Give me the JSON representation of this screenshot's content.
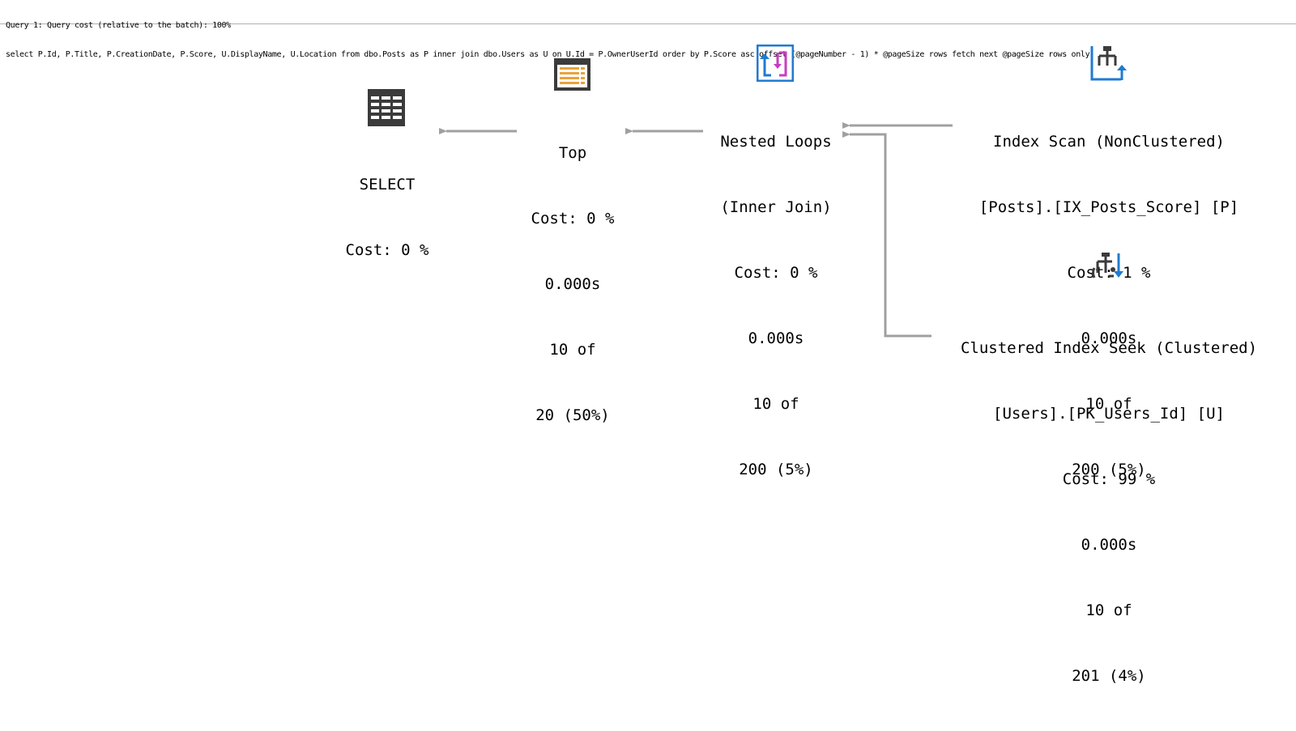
{
  "query": {
    "cost_line": "Query 1: Query cost (relative to the batch): 100%",
    "sql_text": "select P.Id, P.Title, P.CreationDate, P.Score, U.DisplayName, U.Location from dbo.Posts as P inner join dbo.Users as U on U.Id = P.OwnerUserId order by P.Score asc offset (@pageNumber - 1) * @pageSize rows fetch next @pageSize rows only"
  },
  "plan": {
    "select": {
      "icon": "select-table-icon",
      "name": "SELECT",
      "cost": "Cost: 0 %"
    },
    "top": {
      "icon": "top-list-icon",
      "name": "Top",
      "cost": "Cost: 0 %",
      "time": "0.000s",
      "rows_actual": "10 of",
      "rows_estimated": "20 (50%)"
    },
    "nested_loops": {
      "icon": "nested-loops-icon",
      "name": "Nested Loops",
      "join_type": "(Inner Join)",
      "cost": "Cost: 0 %",
      "time": "0.000s",
      "rows_actual": "10 of",
      "rows_estimated": "200 (5%)"
    },
    "index_scan": {
      "icon": "index-scan-icon",
      "name": "Index Scan (NonClustered)",
      "object": "[Posts].[IX_Posts_Score] [P]",
      "cost": "Cost: 1 %",
      "time": "0.000s",
      "rows_actual": "10 of",
      "rows_estimated": "200 (5%)"
    },
    "clustered_seek": {
      "icon": "clustered-index-seek-icon",
      "name": "Clustered Index Seek (Clustered)",
      "object": "[Users].[PK_Users_Id] [U]",
      "cost": "Cost: 99 %",
      "time": "0.000s",
      "rows_actual": "10 of",
      "rows_estimated": "201 (4%)"
    }
  },
  "colors": {
    "arrow": "#a0a0a0",
    "icon_dark": "#3b3b3b",
    "icon_blue": "#1f7bd0",
    "icon_magenta": "#c83cc0",
    "icon_orange": "#e9a23b"
  }
}
